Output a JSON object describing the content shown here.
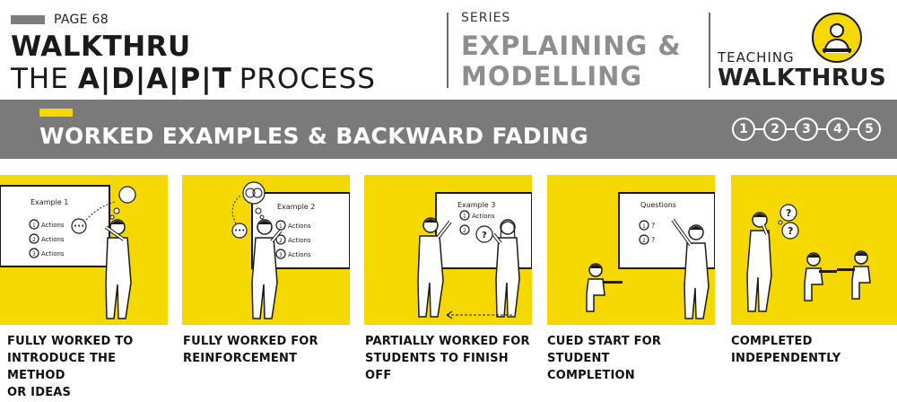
{
  "header": {
    "page_label": "PAGE 68",
    "walkthru_label": "WALKTHRU",
    "process_prefix": "THE",
    "process_letters": "A|D|A|P|T",
    "process_suffix": "PROCESS",
    "series_label": "SERIES",
    "series_line1": "EXPLAINING &",
    "series_line2": "MODELLING",
    "brand_top": "TEACHING",
    "brand_main": "WALKTHRUS"
  },
  "band": {
    "title": "WORKED EXAMPLES & BACKWARD FADING",
    "steps": [
      "1",
      "2",
      "3",
      "4",
      "5"
    ]
  },
  "panels": [
    {
      "board_title": "Example 1",
      "items": [
        "Actions",
        "Actions",
        "Actions"
      ],
      "caption_lines": [
        "FULLY WORKED TO",
        "INTRODUCE THE METHOD",
        "OR IDEAS"
      ]
    },
    {
      "board_title": "Example 2",
      "items": [
        "Actions",
        "Actions",
        "Actions"
      ],
      "caption_lines": [
        "FULLY WORKED FOR",
        "REINFORCEMENT"
      ]
    },
    {
      "board_title": "Example 3",
      "items": [
        "Actions"
      ],
      "caption_lines": [
        "PARTIALLY WORKED FOR",
        "STUDENTS TO FINISH OFF"
      ]
    },
    {
      "board_title": "Questions",
      "items": [
        "?",
        "?"
      ],
      "caption_lines": [
        "CUED START FOR  STUDENT",
        "COMPLETION"
      ]
    },
    {
      "caption_lines": [
        "COMPLETED",
        "INDEPENDENTLY"
      ]
    }
  ],
  "colors": {
    "yellow": "#f5d800",
    "band_grey": "#7a7a7a",
    "series_grey": "#8e8e8e",
    "ink": "#1a1a1a"
  }
}
